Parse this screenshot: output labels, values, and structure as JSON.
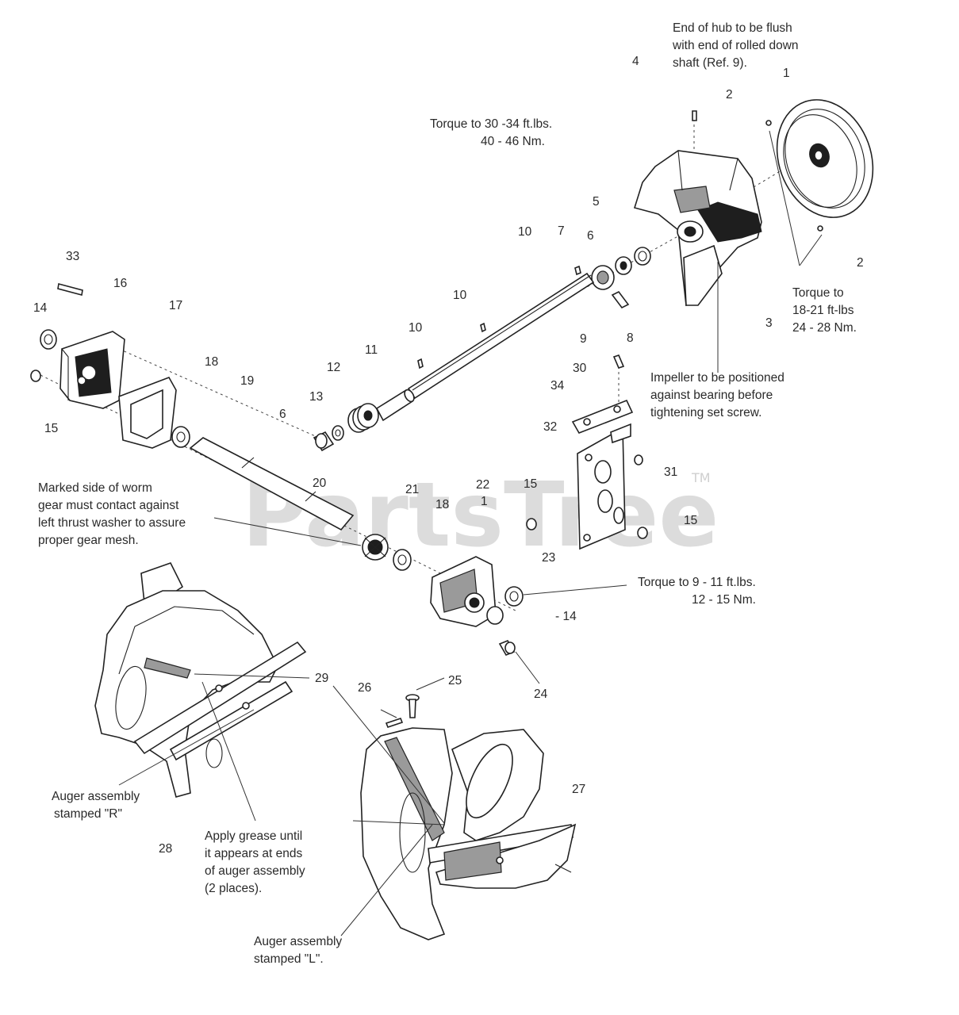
{
  "callouts": {
    "c1": "1",
    "c2a": "2",
    "c2b": "2",
    "c3": "3",
    "c4": "4",
    "c5": "5",
    "c6a": "6",
    "c6b": "6",
    "c7": "7",
    "c8": "8",
    "c9": "9",
    "c10a": "10",
    "c10b": "10",
    "c10c": "10",
    "c11": "11",
    "c12": "12",
    "c13": "13",
    "c14a": "14",
    "c14b": "- 14",
    "c15a": "15",
    "c15b": "15",
    "c15c": "15",
    "c16": "16",
    "c17": "17",
    "c18a": "18",
    "c18b": "18",
    "c19": "19",
    "c20": "20",
    "c21": "21",
    "c22": "22",
    "c22b": "1",
    "c23": "23",
    "c24": "24",
    "c25": "25",
    "c26": "26",
    "c27": "27",
    "c28": "28",
    "c29": "29",
    "c30": "30",
    "c31": "31",
    "c32": "32",
    "c33": "33",
    "c34": "34"
  },
  "notes": {
    "hub_flush": [
      "End of hub to be flush",
      "with end of rolled down",
      "shaft (Ref. 9)."
    ],
    "torque_30_34": [
      "Torque to 30 -34 ft.lbs.",
      "40 - 46 Nm."
    ],
    "torque_18_21": [
      "Torque to",
      "18-21 ft-lbs",
      "24 - 28 Nm."
    ],
    "impeller": [
      "Impeller to be positioned",
      "against bearing before",
      "tightening set screw."
    ],
    "worm_gear": [
      "Marked side of worm",
      "gear must contact against",
      "left thrust washer to assure",
      "proper gear mesh."
    ],
    "torque_9_11": [
      "Torque to 9 - 11 ft.lbs.",
      "12 - 15 Nm."
    ],
    "auger_r": [
      "Auger assembly",
      "stamped \"R\""
    ],
    "grease": [
      "Apply grease until",
      "it appears at ends",
      "of auger assembly",
      "(2 places)."
    ],
    "auger_l": [
      "Auger assembly",
      "stamped \"L\"."
    ]
  },
  "watermark": {
    "brand": "PartsTree",
    "trademark": "TM"
  }
}
